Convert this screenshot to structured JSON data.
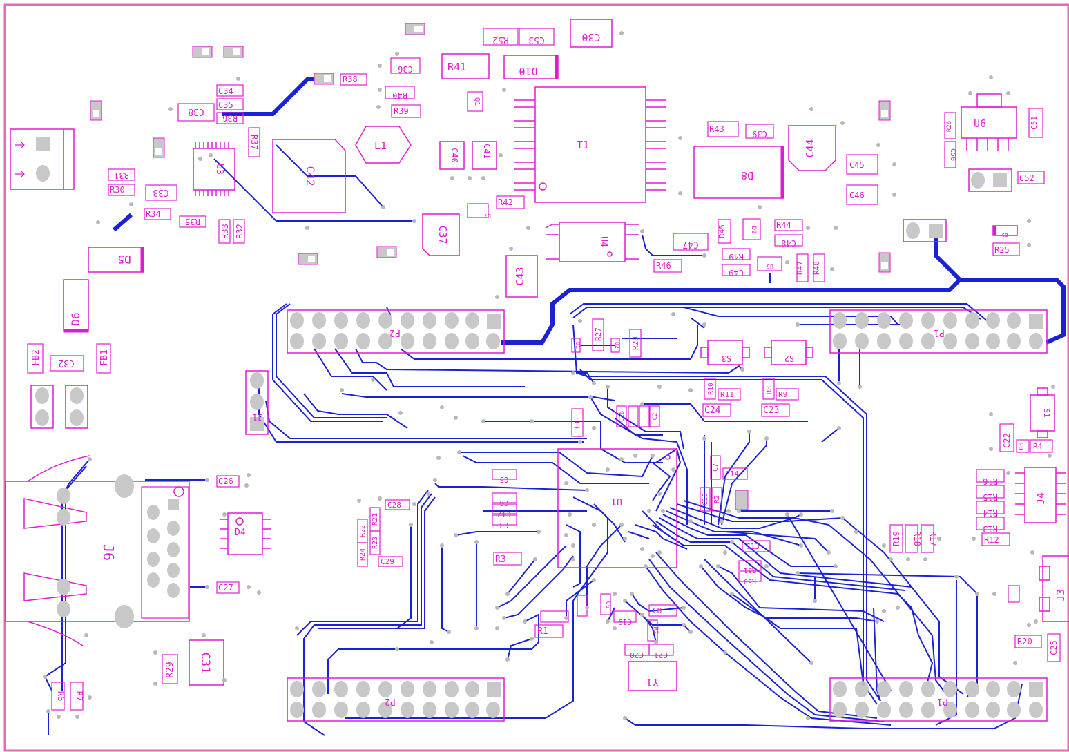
{
  "colors": {
    "silkscreen": "#e01ccf",
    "trace": "#1a22d4",
    "pad": "#c8c8c8",
    "background": "#ffffff"
  },
  "components": {
    "J6": "J6",
    "D4": "D4",
    "C26": "C26",
    "C27": "C27",
    "C31": "C31",
    "R29": "R29",
    "R6": "R6",
    "R7": "R7",
    "D5": "D5",
    "D6": "D6",
    "FB1": "FB1",
    "FB2": "FB2",
    "C32": "C32",
    "C33": "C33",
    "C34": "C34",
    "C35": "C35",
    "C38": "C38",
    "R36": "R36",
    "R37": "R37",
    "R38": "R38",
    "R30": "R30",
    "R31": "R31",
    "R34": "R34",
    "R35": "R35",
    "R33": "R33",
    "R32": "R32",
    "U3": "U3",
    "C42": "C42",
    "C37": "C37",
    "L1": "L1",
    "C36": "C36",
    "R40": "R40",
    "R39": "R39",
    "R41": "R41",
    "R52": "R52",
    "C53": "C53",
    "C30": "C30",
    "D10": "D10",
    "Q1": "Q1",
    "C40": "C40",
    "C41": "C41",
    "T1": "T1",
    "R42": "R42",
    "D7": "D7",
    "C43": "C43",
    "U4": "U4",
    "C47": "C47",
    "R46": "R46",
    "R43": "R43",
    "C39": "C39",
    "C44": "C44",
    "D8": "D8",
    "R45": "R45",
    "D9": "D9",
    "R44": "R44",
    "C48": "C48",
    "R49": "R49",
    "C49": "C49",
    "U5": "U5",
    "R47": "R47",
    "R48": "R48",
    "C45": "C45",
    "C46": "C46",
    "U6": "U6",
    "R26": "R26",
    "C50": "C50",
    "C51": "C51",
    "C52": "C52",
    "R25": "R25",
    "D3": "D3",
    "P2": "P2",
    "P1": "P1",
    "R27": "R27",
    "R28": "R28",
    "S3": "S3",
    "S2": "S2",
    "S1": "S1",
    "R10": "R10",
    "R11": "R11",
    "R8": "R8",
    "R9": "R9",
    "C24": "C24",
    "C23": "C23",
    "C22": "C22",
    "R5": "R5",
    "R4": "R4",
    "C5": "C5",
    "C6": "C6",
    "C12": "C12",
    "C3": "C3",
    "C28": "C28",
    "C29": "C29",
    "R21": "R21",
    "R22": "R22",
    "R23": "R23",
    "R24": "R24",
    "R3": "R3",
    "U1": "U1",
    "C7": "C7",
    "C14": "C14",
    "C13": "C13",
    "R51": "R51",
    "R50": "R50",
    "R16": "R16",
    "R15": "R15",
    "R14": "R14",
    "R13": "R13",
    "J4": "J4",
    "R12": "R12",
    "R19": "R19",
    "R18": "R18",
    "R17": "R17",
    "J3": "J3",
    "R20": "R20",
    "C25": "C25",
    "R1": "R1",
    "C8": "C8",
    "C19": "C19",
    "C20": "C20",
    "C21": "C21",
    "Y1": "Y1",
    "J1": "J1",
    "C11": "C11",
    "C16": "C16",
    "C2": "C2",
    "R2": "R2",
    "D1": "D1",
    "D2": "D2",
    "C15": "C15",
    "C9": "C9"
  }
}
